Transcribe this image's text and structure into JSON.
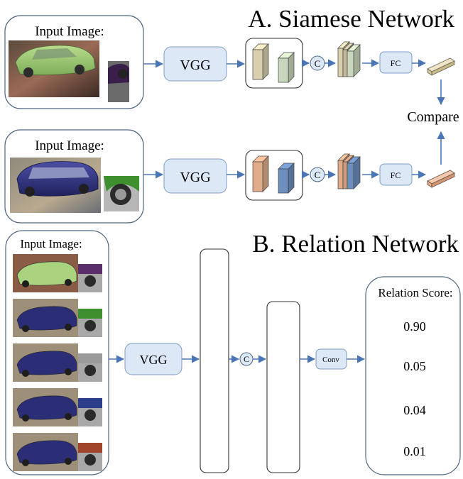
{
  "siamese": {
    "title": "A. Siamese Network",
    "input_label_top": "Input Image:",
    "input_label_bottom": "Input Image:",
    "vgg_top": "VGG",
    "vgg_bottom": "VGG",
    "concat_top": "C",
    "concat_bottom": "C",
    "fc_top": "FC",
    "fc_bottom": "FC",
    "compare": "Compare"
  },
  "relation": {
    "title": "B. Relation Network",
    "input_label": "Input Image:",
    "vgg": "VGG",
    "concat": "C",
    "conv": "Conv",
    "score_title": "Relation Score:",
    "scores": [
      "0.90",
      "0.05",
      "0.04",
      "0.01"
    ]
  },
  "colors": {
    "arrow": "#4a76b8",
    "block_fill": "#dce8f6",
    "block_stroke": "#7f9dc4",
    "feature_beige": "#d9cfac",
    "feature_green": "#c8d6bb",
    "feature_orange": "#e0ac8a",
    "feature_blue": "#6c8fbe",
    "feature_purple": "#c691d8"
  }
}
